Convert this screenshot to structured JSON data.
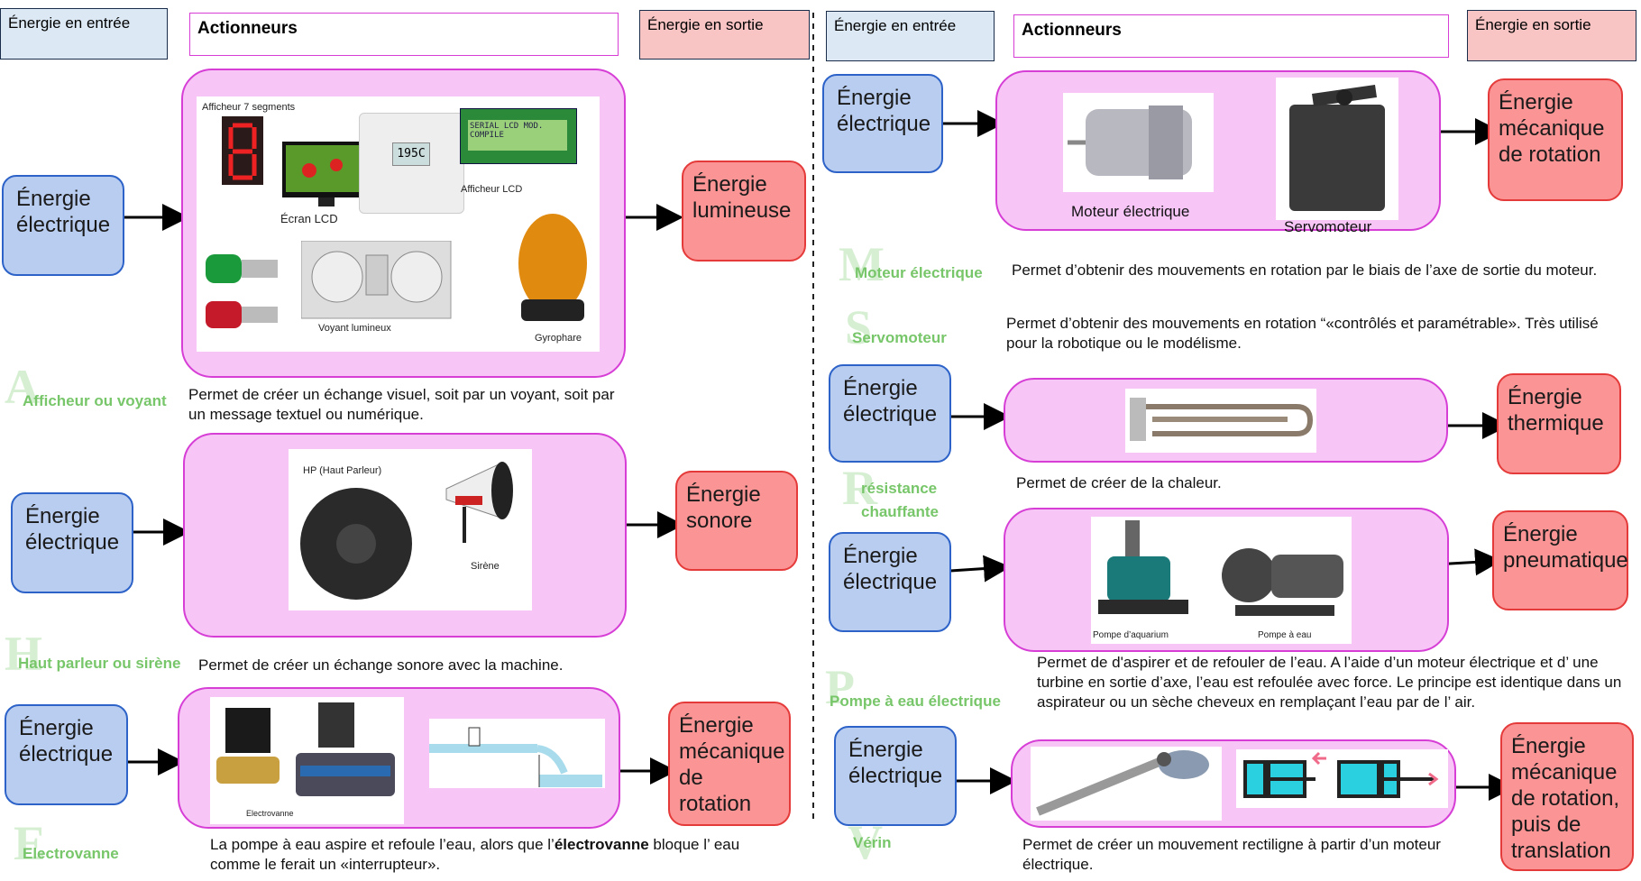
{
  "headers": {
    "input": "Énergie en entrée",
    "actuators": "Actionneurs",
    "output": "Énergie en sortie"
  },
  "input_energy": "Énergie électrique",
  "left": [
    {
      "letter": "A",
      "name": "Afficheur ou voyant",
      "output": "Énergie lumineuse",
      "description": "Permet de créer un échange visuel, soit par un voyant, soit par un message textuel ou numérique.",
      "captions": [
        "Afficheur 7 segments",
        "Écran LCD",
        "Afficheur LCD",
        "Voyant lumineux",
        "Gyrophare"
      ],
      "lcd_text": "195C",
      "lcd_module_text": "SERIAL LCD MOD. COMPILE"
    },
    {
      "letter": "H",
      "name": "Haut parleur ou sirène",
      "output": "Énergie sonore",
      "description": "Permet de créer un échange sonore avec la machine.",
      "captions": [
        "HP (Haut Parleur)",
        "Sirène"
      ]
    },
    {
      "letter": "E",
      "name": "Electrovanne",
      "output": "Énergie mécanique de rotation",
      "description_pre": "La pompe à eau aspire et refoule l’eau, alors que l’",
      "description_bold": "électrovanne",
      "description_post": " bloque l’ eau comme le ferait un «interrupteur».",
      "captions": [
        "Electrovanne"
      ]
    }
  ],
  "right": [
    {
      "letter": "M",
      "name": "Moteur électrique",
      "output": "Énergie mécanique de rotation",
      "description": "Permet d’obtenir des mouvements en rotation par le biais de l’axe de sortie du moteur.",
      "captions": [
        "Moteur électrique",
        "Servomoteur"
      ]
    },
    {
      "letter": "S",
      "name": "Servomoteur",
      "description": "Permet d’obtenir des mouvements en rotation “«contrôlés et paramétrable». Très utilisé pour la robotique ou le modélisme."
    },
    {
      "letter": "R",
      "name": "résistance chauffante",
      "output": "Énergie thermique",
      "description": "Permet de créer de la chaleur."
    },
    {
      "letter": "P",
      "name": "Pompe à eau électrique",
      "output": "Énergie pneumatique",
      "description": "Permet de d'aspirer et de refouler de l’eau. A l’aide d’un moteur électrique et d’ une turbine en sortie d’axe, l’eau est refoulée avec force. Le principe est identique dans un aspirateur ou un sèche cheveux en remplaçant l’eau par de l’ air.",
      "captions": [
        "Pompe d’aquarium",
        "Pompe à eau"
      ]
    },
    {
      "letter": "V",
      "name": "Vérin",
      "output": "Énergie mécanique de rotation, puis de translation",
      "description": "Permet de créer un mouvement rectiligne à partir d’un moteur électrique."
    }
  ],
  "colors": {
    "input_fill": "#b9cdf0",
    "input_border": "#2d63c8",
    "output_fill": "#fb9494",
    "output_border": "#e53a3a",
    "actuator_fill": "#f7c6f7",
    "actuator_border": "#d63ed6",
    "label_green": "#78c66a"
  }
}
